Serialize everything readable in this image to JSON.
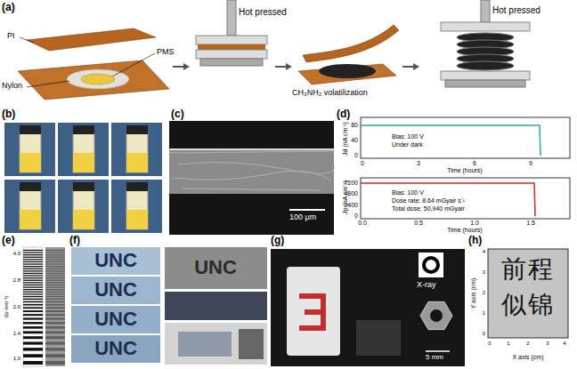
{
  "diagram": {
    "labels": [
      "(a)",
      "PI",
      "PMS",
      "Nylon",
      "Hot pressed",
      "CH₃NH₂ volatilization",
      "Hot pressed",
      "(b)",
      "(c)",
      "100 μm",
      "(d)",
      "Jd (nA cm⁻²)",
      "80",
      "40",
      "0",
      "0",
      "3",
      "6",
      "9",
      "Time (hours)",
      "Bias: 100 V",
      "Under dark",
      "Jp (nA cm⁻²)",
      "7200",
      "4800",
      "2400",
      "0",
      "0.0",
      "0.5",
      "1.0",
      "1.5",
      "Time (hours)",
      "Bias: 100 V",
      "Dose rate: 8.64 mGyair s⁻¹",
      "Total dose: 50,940 mGyair",
      "(e)",
      "4.0",
      "2.8",
      "2.0",
      "1.4",
      "1.0",
      "(lp mm⁻¹)",
      "(f)",
      "UNC",
      "UNC",
      "UNC",
      "UNC",
      "UNC",
      "(g)",
      "X-ray",
      "5 mm",
      "(h)",
      "前程",
      "似锦",
      "Y axis (cm)",
      "X axis (cm)",
      "4",
      "3",
      "2",
      "1",
      "0",
      "0",
      "1",
      "2",
      "3",
      "4"
    ]
  }
}
